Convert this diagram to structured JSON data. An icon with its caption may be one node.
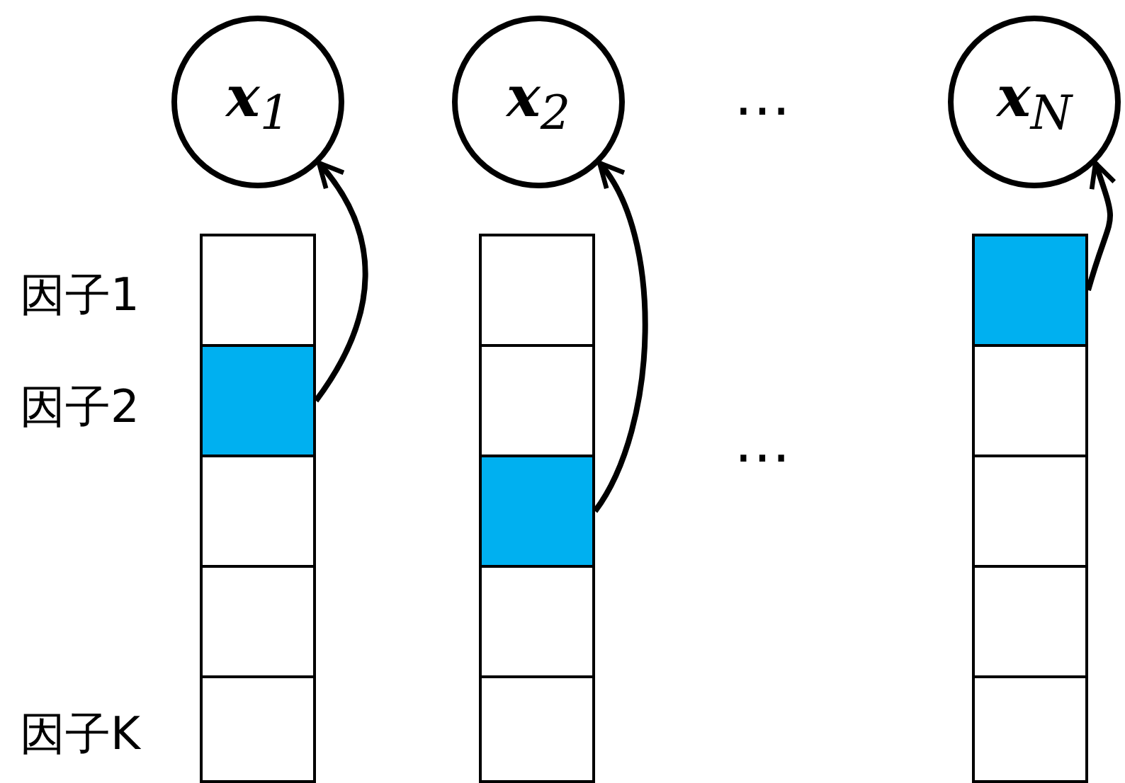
{
  "diagram": {
    "nodes": [
      {
        "text": [
          "**x**$_{1}$"
        ]
      },
      {
        "text": [
          "**x**$_{2}$"
        ]
      },
      {
        "text": [
          "**x**$_{N}$"
        ]
      },
      {
        "text": [],
        "shape": "box"
      },
      {
        "text": [],
        "shape": "box"
      },
      {
        "text": [],
        "shape": "box"
      },
      {
        "text": [],
        "shape": "box"
      },
      {
        "text": [],
        "shape": "box"
      },
      {
        "text": [],
        "shape": "box"
      },
      {
        "text": [],
        "shape": "box"
      },
      {
        "text": [],
        "shape": "box"
      },
      {
        "text": [],
        "shape": "box"
      },
      {
        "text": [],
        "shape": "box"
      },
      {
        "text": [],
        "shape": "box"
      },
      {
        "text": [],
        "shape": "box"
      },
      {
        "text": [],
        "shape": "box"
      },
      {
        "text": [],
        "shape": "box"
      },
      {
        "text": [],
        "shape": "box"
      }
    ],
    "edges": [
      {
        "from": 4,
        "to": 0,
        "arrow": "to"
      },
      {
        "from": 10,
        "to": 1,
        "arrow": "to"
      },
      {
        "from": 13,
        "to": 2,
        "arrow": "to"
      }
    ],
    "labels": [
      "因子1",
      "因子2",
      "⋯",
      "⋯",
      "因子K"
    ]
  }
}
